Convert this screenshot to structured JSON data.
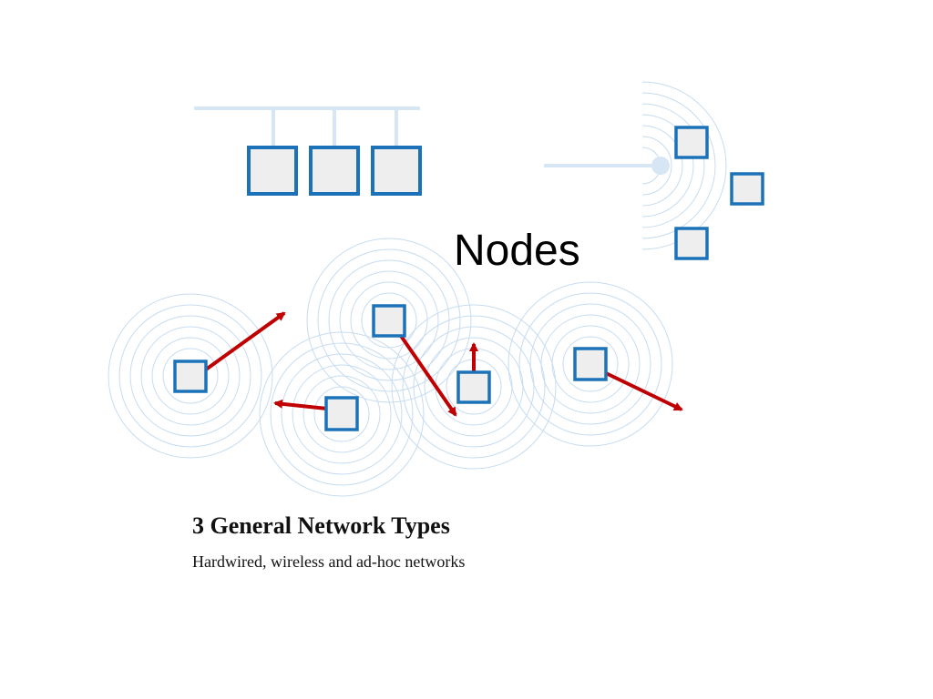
{
  "diagram": {
    "label": "Nodes"
  },
  "caption": {
    "title": "3 General Network Types",
    "subtitle": "Hardwired, wireless and ad-hoc networks"
  },
  "colors": {
    "node_fill": "#eeeeee",
    "node_stroke": "#1b72b8",
    "wire": "#d6e6f5",
    "signal_ring": "#c7dcf0",
    "arrow": "#c00000"
  }
}
